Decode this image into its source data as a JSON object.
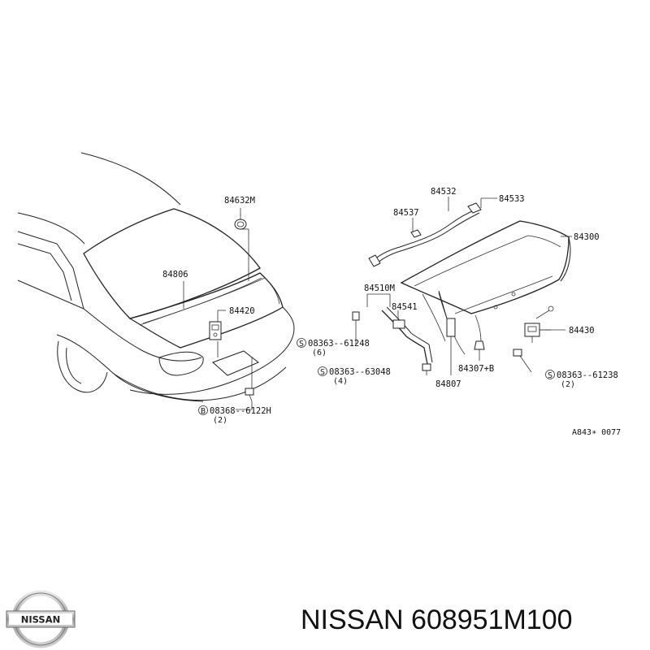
{
  "diagram": {
    "labels": {
      "l_84632M": "84632M",
      "l_84806": "84806",
      "l_84420": "84420",
      "l_08363_61248": "08363--61248",
      "l_08363_61248_q": "(6)",
      "l_08363_63048": "08363--63048",
      "l_08363_63048_q": "(4)",
      "l_08368_6122H": "08368--6122H",
      "l_08368_6122H_q": "(2)",
      "l_84532": "84532",
      "l_84533": "84533",
      "l_84537": "84537",
      "l_84300": "84300",
      "l_84510M": "84510M",
      "l_84541": "84541",
      "l_84430": "84430",
      "l_84307B": "84307+B",
      "l_84807": "84807",
      "l_08363_61238": "08363--61238",
      "l_08363_61238_q": "(2)",
      "l_ref": "A843∗ 0077"
    },
    "symbols": {
      "screw": "S",
      "bolt": "B"
    }
  },
  "footer": {
    "brand_logo": "NISSAN",
    "caption": "NISSAN 608951M100"
  }
}
